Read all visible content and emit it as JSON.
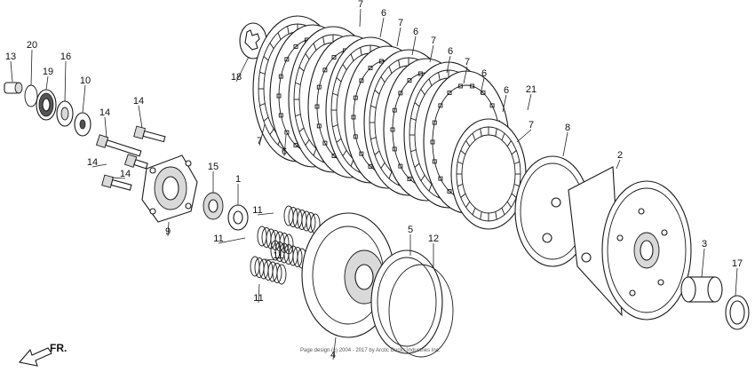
{
  "direction_label": "FR.",
  "footer": "Page design (c) 2004 - 2017 by Arctic Ducks Industries Inc.",
  "callouts": [
    "13",
    "20",
    "19",
    "16",
    "10",
    "14",
    "14",
    "14",
    "14",
    "9",
    "15",
    "1",
    "18",
    "7",
    "6",
    "7",
    "6",
    "7",
    "6",
    "7",
    "6",
    "7",
    "6",
    "21",
    "7",
    "6",
    "8",
    "2",
    "3",
    "17",
    "11",
    "11",
    "11",
    "11",
    "5",
    "12",
    "4"
  ]
}
